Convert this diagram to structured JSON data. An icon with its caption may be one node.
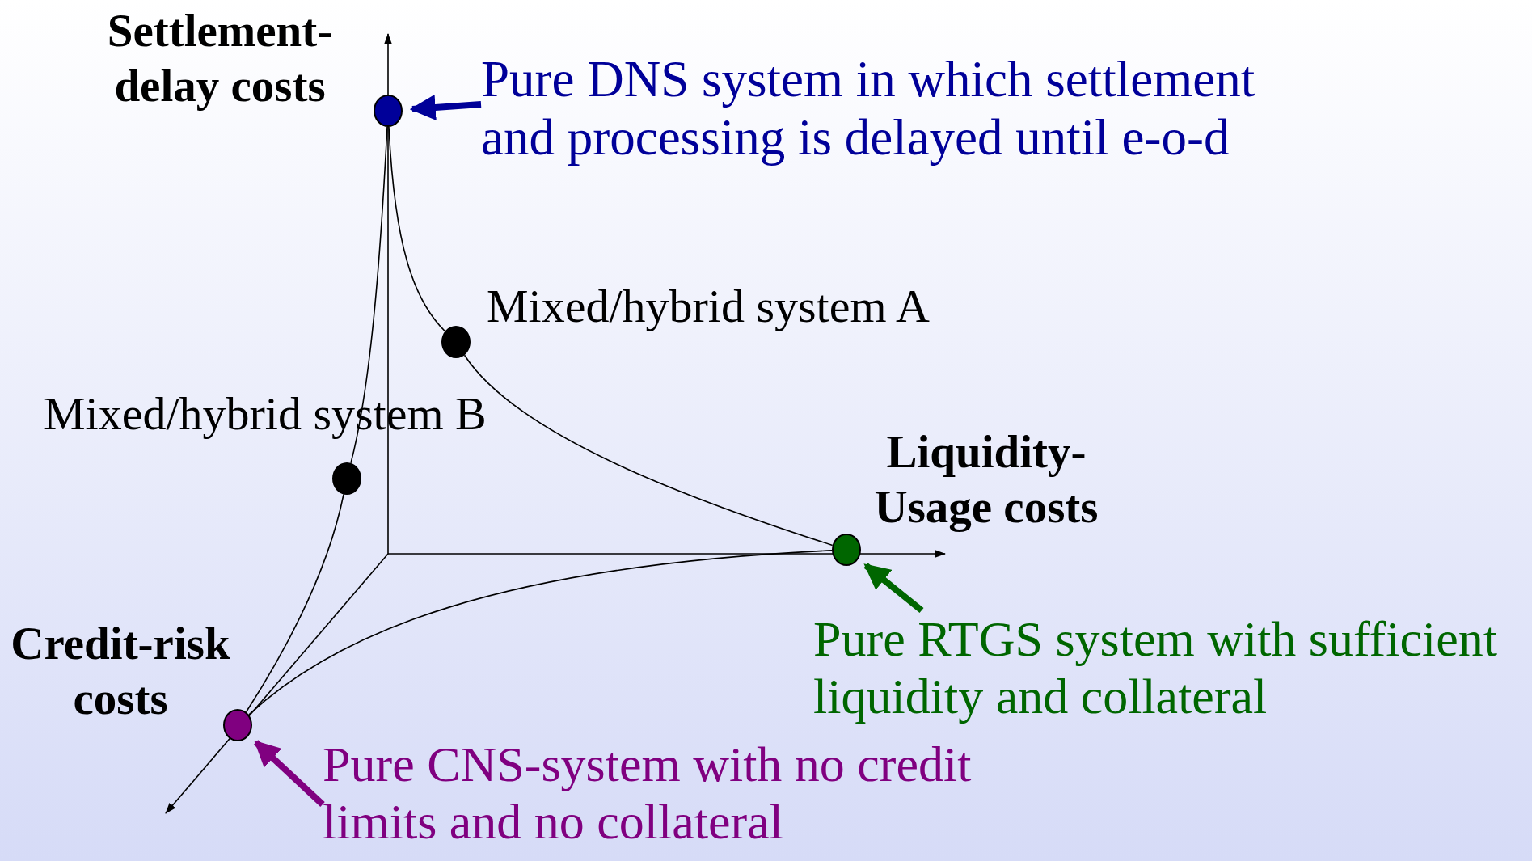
{
  "diagram": {
    "nodes": [
      {
        "text": [
          "Pure DNS system in which settlement and processing is delayed until e-o-d"
        ]
      },
      {
        "text": [],
        "shape": "circle",
        "beside": [
          "Settlement-delay costs"
        ]
      },
      {
        "text": [],
        "shape": "circle",
        "beside": [
          "Mixed/hybrid system A"
        ]
      },
      {
        "text": [],
        "shape": "circle",
        "beside": [
          "Mixed/hybrid system B"
        ]
      },
      {
        "text": [],
        "shape": "circle",
        "beside": [
          "Liquidity-Usage costs"
        ]
      },
      {
        "text": [
          "Pure RTGS system with sufficient liquidity and collateral"
        ]
      },
      {
        "text": [],
        "shape": "circle",
        "beside": [
          "Credit-risk costs"
        ]
      },
      {
        "text": [
          "Pure CNS-system with no credit limits and no collateral"
        ]
      }
    ],
    "edges": [
      {
        "from": 0,
        "to": 1,
        "arrow": "to",
        "style": "thick",
        "color": "#000099"
      },
      {
        "from": 1,
        "to": 2,
        "arrow": "none"
      },
      {
        "from": 2,
        "to": 4,
        "arrow": "none"
      },
      {
        "from": 1,
        "to": 3,
        "arrow": "none"
      },
      {
        "from": 3,
        "to": 6,
        "arrow": "none"
      },
      {
        "from": 6,
        "to": 4,
        "arrow": "none"
      },
      {
        "from": 5,
        "to": 4,
        "arrow": "to",
        "style": "thick",
        "color": "#006600"
      },
      {
        "from": 7,
        "to": 6,
        "arrow": "to",
        "style": "thick",
        "color": "#800080"
      }
    ]
  }
}
